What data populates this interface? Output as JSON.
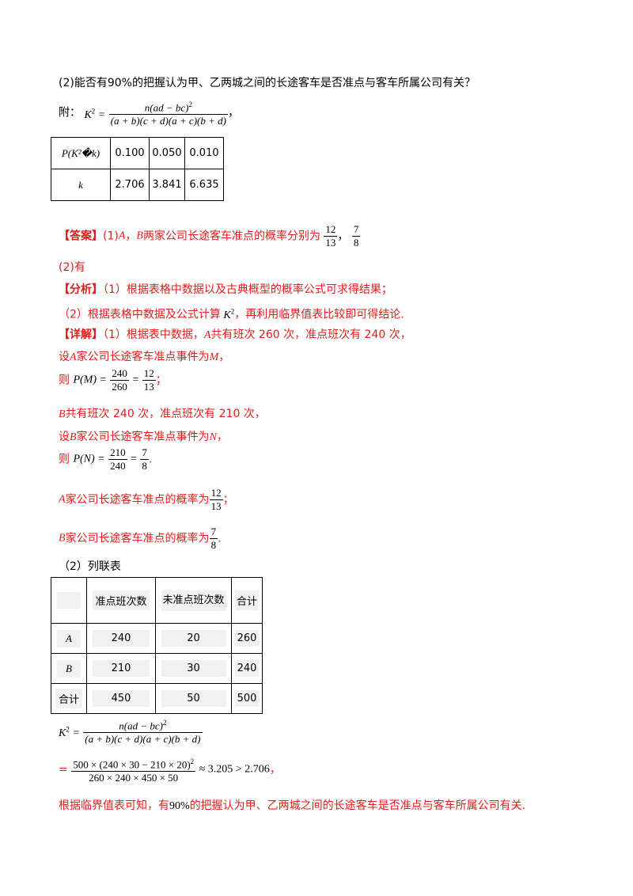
{
  "question": {
    "label": "(2)",
    "text": "能否有90%的把握认为甲、乙两城之间的长途客车是否准点与客车所属公司有关？"
  },
  "appendix": {
    "label": "附：",
    "k2_lhs": "K",
    "numerator": "n(ad − bc)",
    "denominator": "(a + b)(c + d)(a + c)(b + d)",
    "trailing": "，"
  },
  "p_table": {
    "header": "P(K²�k)",
    "row_label": "k",
    "p_values": [
      "0.100",
      "0.050",
      "0.010"
    ],
    "k_values": [
      "2.706",
      "3.841",
      "6.635"
    ]
  },
  "answer": {
    "tag": "【答案】",
    "part1_prefix": "(1)",
    "part1_a": "A",
    "part1_sep": "，",
    "part1_b": "B",
    "part1_text": "两家公司长途客车准点的概率分别为",
    "frac1_num": "12",
    "frac1_den": "13",
    "comma": "，",
    "frac2_num": "7",
    "frac2_den": "8",
    "part2": "(2)有"
  },
  "analysis": {
    "tag": "【分析】",
    "line1": "（1）根据表格中数据以及古典概型的概率公式可求得结果；",
    "line2_a": "（2）根据表格中数据及公式计算",
    "line2_b": "，再利用临界值表比较即可得结论."
  },
  "detail": {
    "tag": "【详解】",
    "line1": "（1）根据表中数据，",
    "line1_a": "A",
    "line1_rest": "共有班次 260 次，准点班次有 240 次，",
    "line2_pre": "设",
    "line2_a": "A",
    "line2_mid": "家公司长途客车准点事件为",
    "line2_m": "M",
    "line2_end": "，",
    "line3_pre": "则",
    "line3_lhs": "P(M) =",
    "line3_f1n": "240",
    "line3_f1d": "260",
    "eq": "=",
    "line3_f2n": "12",
    "line3_f2d": "13",
    "line3_end": "；",
    "line4_b": "B",
    "line4_rest": "共有班次 240 次，准点班次有 210 次，",
    "line5_pre": "设",
    "line5_b": "B",
    "line5_mid": "家公司长途客车准点事件为",
    "line5_n": "N",
    "line5_end": "，",
    "line6_pre": "则",
    "line6_lhs": "P(N) =",
    "line6_f1n": "210",
    "line6_f1d": "240",
    "line6_f2n": "7",
    "line6_f2d": "8",
    "line6_end": ".",
    "line7_a": "A",
    "line7_text": "家公司长途客车准点的概率为",
    "line7_fn": "12",
    "line7_fd": "13",
    "line7_end": "；",
    "line8_b": "B",
    "line8_text": "家公司长途客车准点的概率为",
    "line8_fn": "7",
    "line8_fd": "8",
    "line8_end": ".",
    "line9": "（2）列联表"
  },
  "contingency": {
    "headers": [
      "",
      "准点班次数",
      "未准点班次数",
      "合计"
    ],
    "rows": [
      {
        "label": "A",
        "on_time": "240",
        "late": "20",
        "total": "260"
      },
      {
        "label": "B",
        "on_time": "210",
        "late": "30",
        "total": "240"
      },
      {
        "label": "合计",
        "on_time": "450",
        "late": "50",
        "total": "500"
      }
    ]
  },
  "calc": {
    "lhs": "K",
    "numerator": "n(ad − bc)",
    "denominator": "(a + b)(c + d)(a + c)(b + d)",
    "eq": "=",
    "num2": "500 × (240 × 30 − 210 × 20)",
    "den2": "260 × 240 × 450 × 50",
    "result": "≈ 3.205 > 2.706",
    "result_end": "，",
    "conclusion_a": "根据临界值表可知，有",
    "conclusion_pct": "90%",
    "conclusion_b": "的把握认为甲、乙两城之间的长途客车是否准点与客车所属公司有关."
  }
}
